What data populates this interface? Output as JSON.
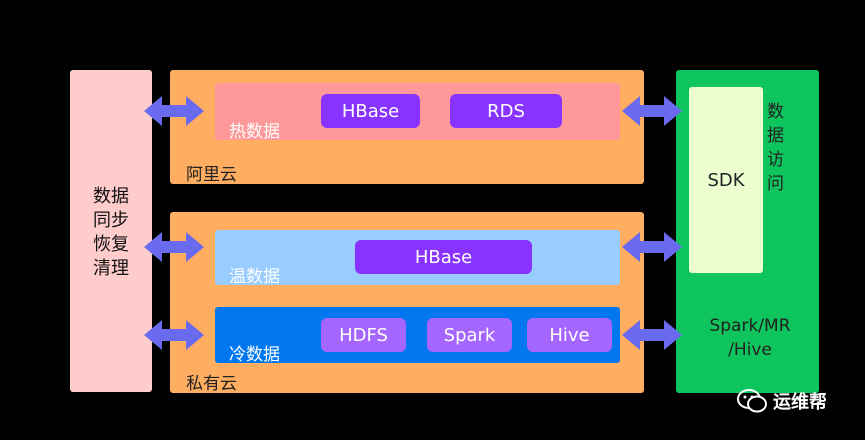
{
  "left_panel": {
    "label_lines": [
      "数据",
      "同步",
      "恢复",
      "清理"
    ]
  },
  "aliyun": {
    "label": "阿里云",
    "hot": {
      "label": "热数据",
      "color": "#ff9999",
      "items": [
        "HBase",
        "RDS"
      ]
    }
  },
  "private_cloud": {
    "label": "私有云",
    "warm": {
      "label": "温数据",
      "color": "#99ccff",
      "items": [
        "HBase"
      ]
    },
    "cold": {
      "label": "冷数据",
      "color": "#0077ee",
      "items": [
        "HDFS",
        "Spark",
        "Hive"
      ]
    }
  },
  "right_panel": {
    "sdk_label": "SDK",
    "access_lines": [
      "数",
      "据",
      "访",
      "问"
    ],
    "spark_lines": [
      "Spark/MR",
      "/Hive"
    ]
  },
  "watermark": {
    "text": "运维帮"
  },
  "colors": {
    "background": "#000000",
    "cloud": "#ffad60",
    "chip": "#8833ff",
    "arrow": "#6a6aee",
    "right_panel": "#0dc45d"
  }
}
